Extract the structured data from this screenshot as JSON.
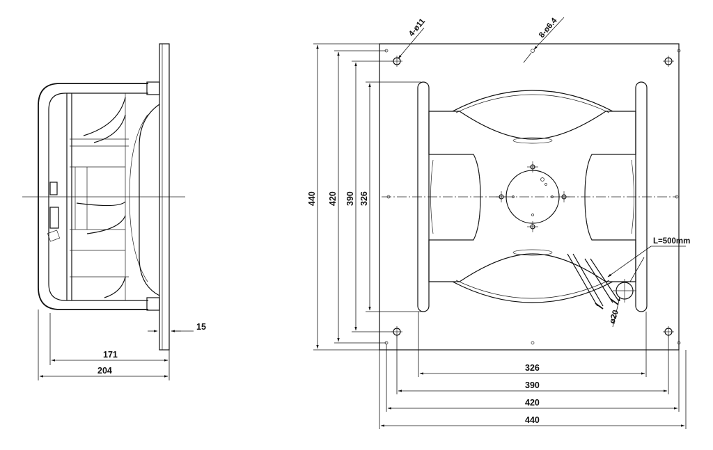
{
  "side_view": {
    "dim_flange_thickness": "15",
    "dim_depth_inner": "171",
    "dim_depth_total": "204"
  },
  "front_view": {
    "callout_corner_holes": "4-ø11",
    "callout_mount_holes": "8-ø6.4",
    "callout_cable_length": "L=500mm",
    "callout_cable_hole": "ø20",
    "vertical_dims": [
      "440",
      "420",
      "390",
      "326"
    ],
    "horizontal_dims": [
      "326",
      "390",
      "420",
      "440"
    ]
  }
}
